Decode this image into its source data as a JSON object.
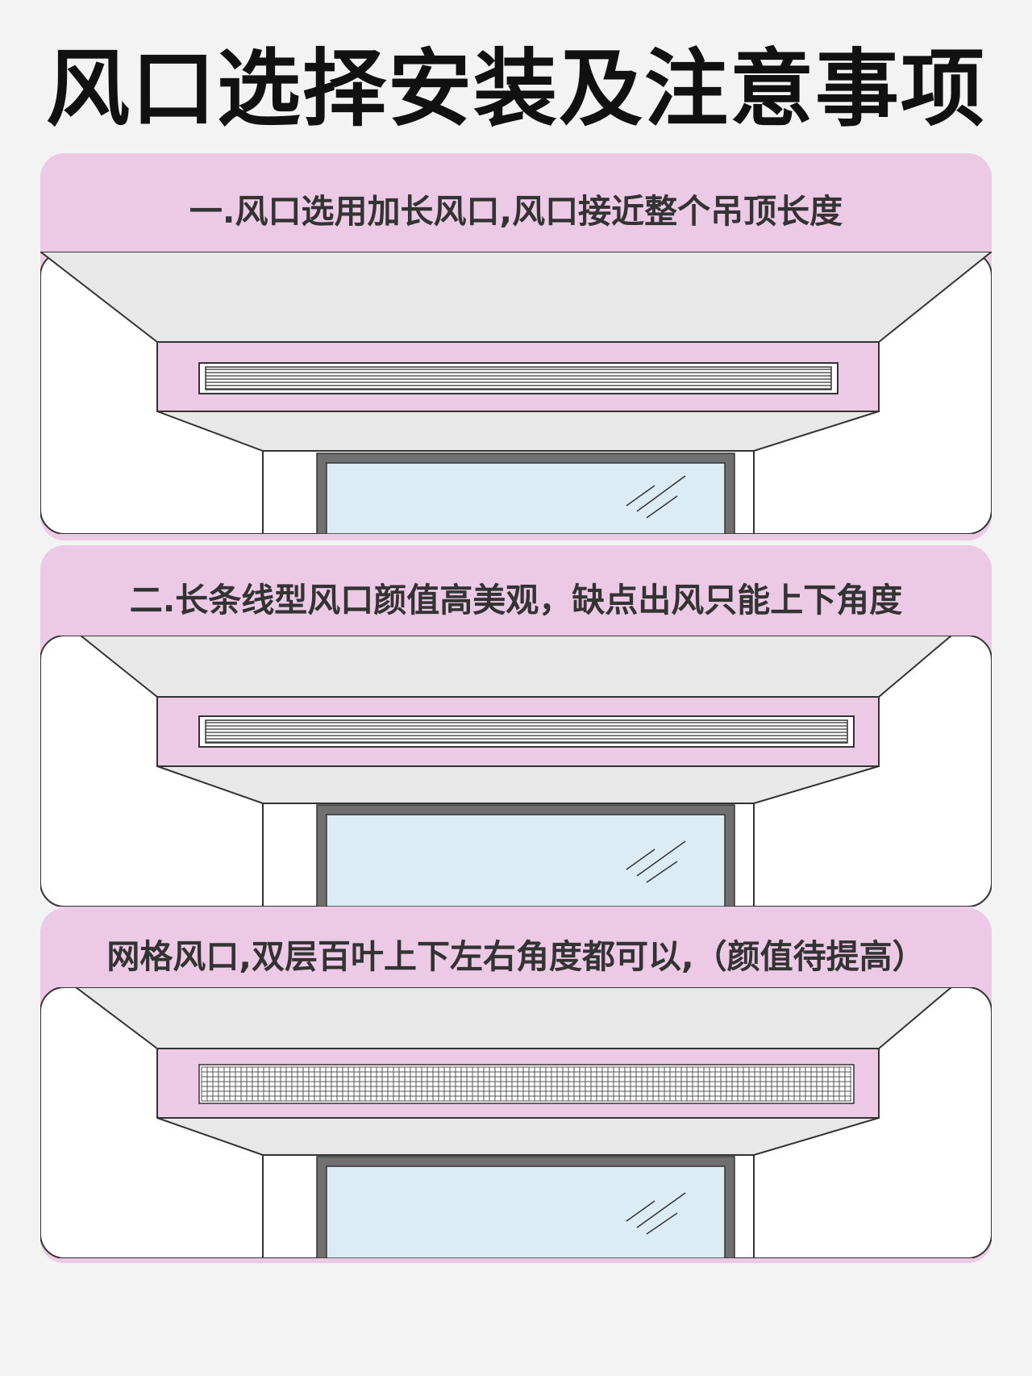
{
  "title": "风口选择安装及注意事项",
  "sections": [
    {
      "label": "一.风口选用加长风口,风口接近整个吊顶长度",
      "vent_type": "linear-slot"
    },
    {
      "label": "二.长条线型风口颜值高美观，缺点出风只能上下角度",
      "vent_type": "linear-slot"
    },
    {
      "label": "网格风口,双层百叶上下左右角度都可以,（颜值待提高）",
      "vent_type": "grid-louver"
    }
  ],
  "colors": {
    "background": "#f3f3f3",
    "panel_pink": "#ecc9e4",
    "ceiling_gray": "#e6e6e6",
    "glass_blue": "#dcecf4",
    "frame_gray": "#707070",
    "outline": "#333333"
  }
}
